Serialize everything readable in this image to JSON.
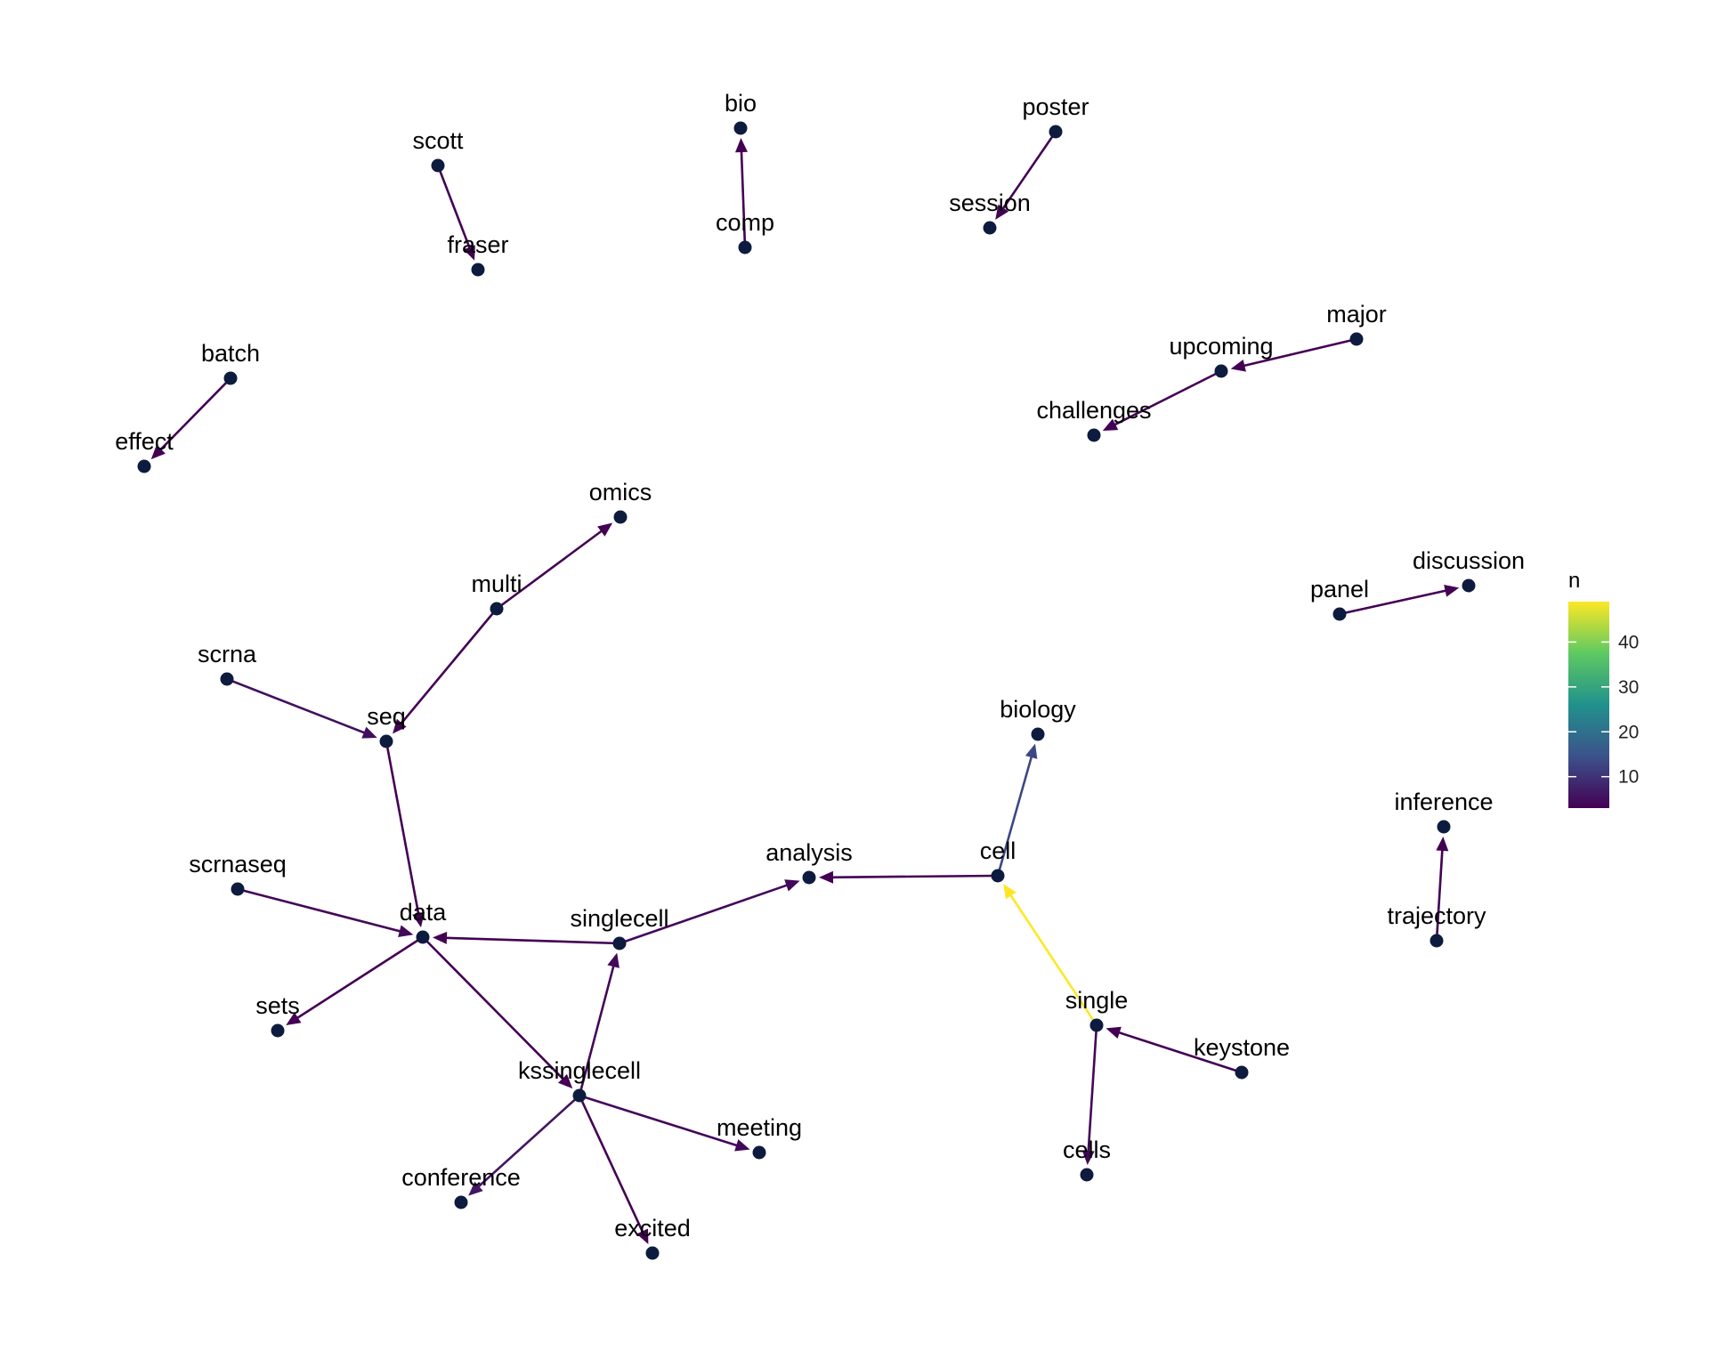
{
  "legend": {
    "title": "n",
    "ticks": [
      {
        "value": 10,
        "label": "10"
      },
      {
        "value": 20,
        "label": "20"
      },
      {
        "value": 30,
        "label": "30"
      },
      {
        "value": 40,
        "label": "40"
      }
    ],
    "min": 3,
    "max": 49,
    "colormap": "viridis",
    "stops": [
      "#440154",
      "#3b528b",
      "#21918c",
      "#5ec962",
      "#fde725"
    ]
  },
  "graph": {
    "node_color": "#0d1b3e",
    "nodes": [
      "scott",
      "fraser",
      "bio",
      "comp",
      "poster",
      "session",
      "batch",
      "effect",
      "major",
      "upcoming",
      "challenges",
      "omics",
      "multi",
      "seq",
      "scrna",
      "panel",
      "discussion",
      "biology",
      "cell",
      "analysis",
      "singlecell",
      "data",
      "scrnaseq",
      "sets",
      "kssinglecell",
      "meeting",
      "conference",
      "excited",
      "single",
      "keystone",
      "cells",
      "inference",
      "trajectory"
    ],
    "edges": [
      {
        "from": "scott",
        "to": "fraser",
        "n": 3
      },
      {
        "from": "comp",
        "to": "bio",
        "n": 3
      },
      {
        "from": "poster",
        "to": "session",
        "n": 3
      },
      {
        "from": "batch",
        "to": "effect",
        "n": 3
      },
      {
        "from": "major",
        "to": "upcoming",
        "n": 3
      },
      {
        "from": "upcoming",
        "to": "challenges",
        "n": 3
      },
      {
        "from": "multi",
        "to": "omics",
        "n": 3
      },
      {
        "from": "multi",
        "to": "seq",
        "n": 3
      },
      {
        "from": "scrna",
        "to": "seq",
        "n": 5
      },
      {
        "from": "seq",
        "to": "data",
        "n": 3
      },
      {
        "from": "panel",
        "to": "discussion",
        "n": 3
      },
      {
        "from": "cell",
        "to": "biology",
        "n": 13
      },
      {
        "from": "single",
        "to": "cell",
        "n": 49
      },
      {
        "from": "cell",
        "to": "analysis",
        "n": 3
      },
      {
        "from": "singlecell",
        "to": "analysis",
        "n": 4
      },
      {
        "from": "singlecell",
        "to": "data",
        "n": 3
      },
      {
        "from": "scrnaseq",
        "to": "data",
        "n": 4
      },
      {
        "from": "data",
        "to": "sets",
        "n": 3
      },
      {
        "from": "data",
        "to": "kssinglecell",
        "n": 3
      },
      {
        "from": "kssinglecell",
        "to": "singlecell",
        "n": 4
      },
      {
        "from": "kssinglecell",
        "to": "meeting",
        "n": 4
      },
      {
        "from": "kssinglecell",
        "to": "conference",
        "n": 6
      },
      {
        "from": "kssinglecell",
        "to": "excited",
        "n": 3
      },
      {
        "from": "keystone",
        "to": "single",
        "n": 3
      },
      {
        "from": "single",
        "to": "cells",
        "n": 4
      },
      {
        "from": "trajectory",
        "to": "inference",
        "n": 3
      }
    ]
  }
}
